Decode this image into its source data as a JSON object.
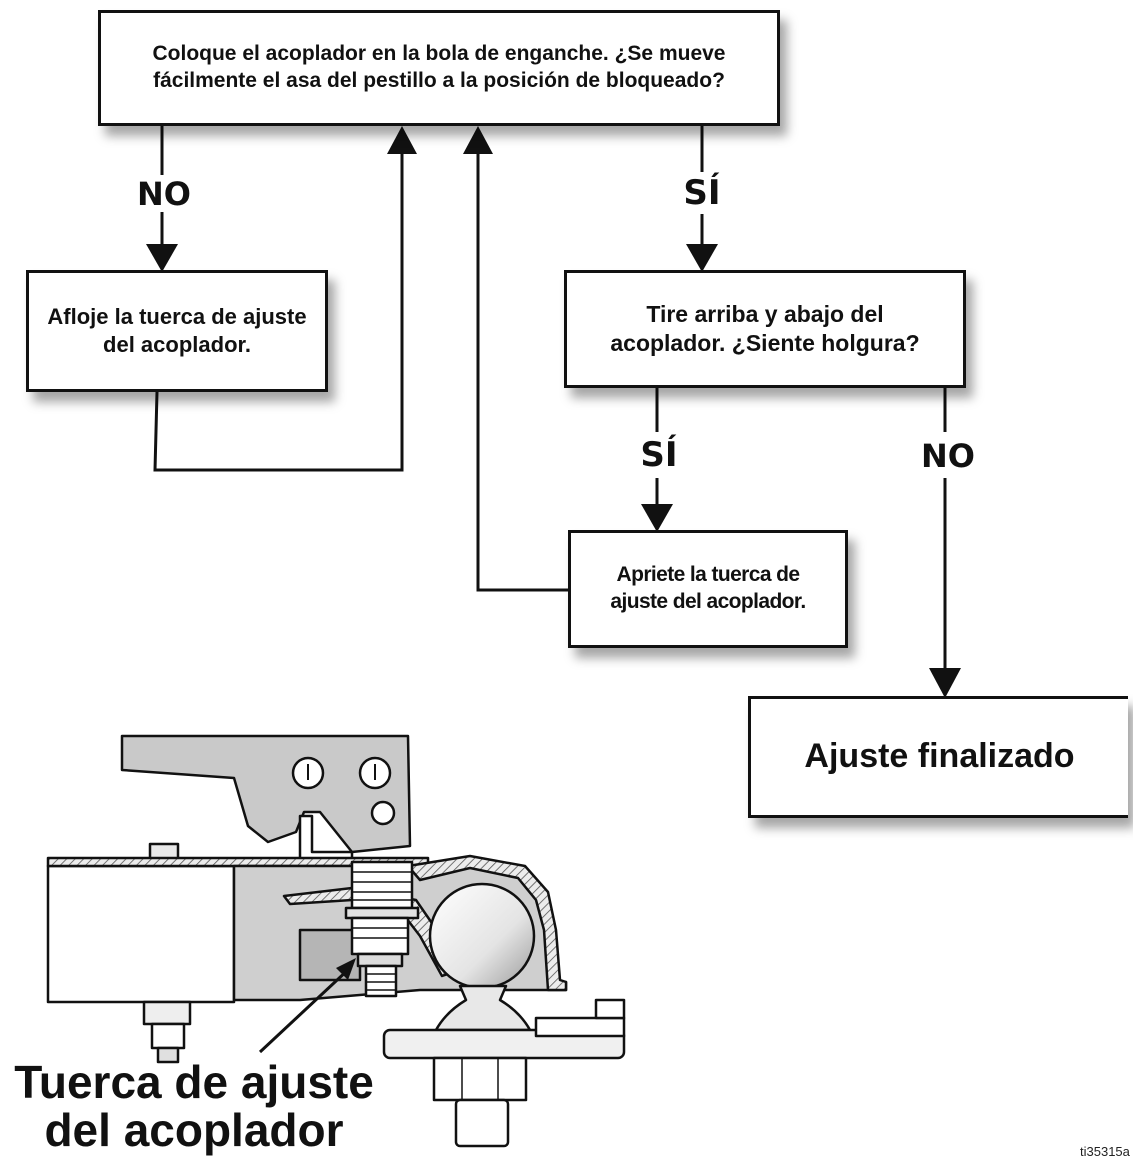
{
  "flowchart": {
    "start_question": "Coloque el acoplador en la bola de enganche. ¿Se mueve fácilmente el asa del pestillo a la posición de bloqueado?",
    "label_no_left": "NO",
    "label_yes_right": "SÍ",
    "loosen_step": "Afloje la tuerca de ajuste del acoplador.",
    "play_question": "Tire arriba y abajo del acoplador. ¿Siente holgura?",
    "label_yes_play": "SÍ",
    "label_no_play": "NO",
    "tighten_step": "Apriete la tuerca de ajuste del acoplador.",
    "done": "Ajuste finalizado"
  },
  "illustration": {
    "callout": "Tuerca de ajuste del acoplador"
  },
  "figure_code": "ti35315a"
}
